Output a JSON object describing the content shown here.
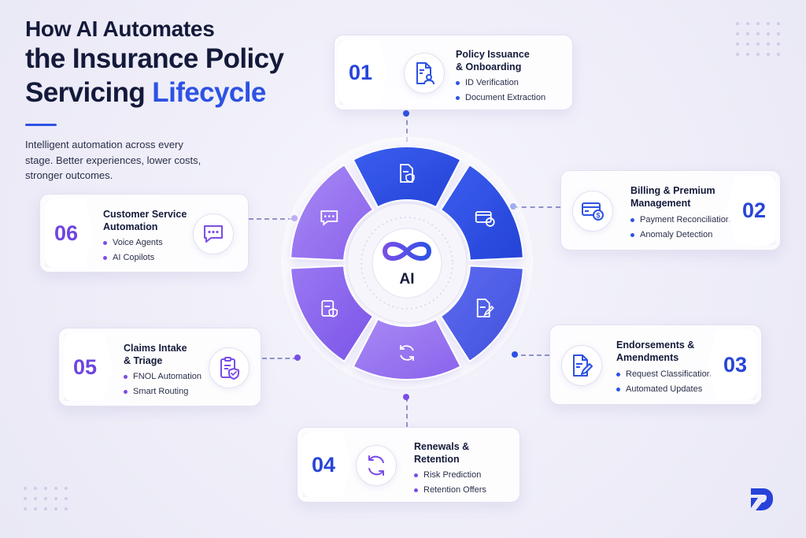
{
  "header": {
    "title_line1": "How AI Automates",
    "title_line2": "the Insurance Policy",
    "title_line3_plain": "Servicing",
    "title_line3_accent": "Lifecycle",
    "subtitle": "Intelligent automation across every stage. Better experiences, lower costs, stronger outcomes."
  },
  "hub": {
    "label": "AI",
    "icon": "infinity-icon"
  },
  "colors": {
    "blue": "#2d52e3",
    "purple": "#7a4ee6",
    "navy": "#141a3a"
  },
  "stages": [
    {
      "number": "01",
      "title": [
        "Policy Issuance",
        "& Onboarding"
      ],
      "icon": "policy-document-user-icon",
      "bullets": [
        "ID Verification",
        "Document Extraction"
      ]
    },
    {
      "number": "02",
      "title": [
        "Billing & Premium",
        "Management"
      ],
      "icon": "credit-card-dollar-icon",
      "bullets": [
        "Payment Reconciliation",
        "Anomaly Detection"
      ]
    },
    {
      "number": "03",
      "title": [
        "Endorsements &",
        "Amendments"
      ],
      "icon": "document-edit-icon",
      "bullets": [
        "Request Classification",
        "Automated Updates"
      ]
    },
    {
      "number": "04",
      "title": [
        "Renewals &",
        "Retention"
      ],
      "icon": "refresh-cycle-icon",
      "bullets": [
        "Risk Prediction",
        "Retention Offers"
      ]
    },
    {
      "number": "05",
      "title": [
        "Claims Intake",
        "& Triage"
      ],
      "icon": "clipboard-shield-icon",
      "bullets": [
        "FNOL Automation",
        "Smart Routing"
      ]
    },
    {
      "number": "06",
      "title": [
        "Customer Service",
        "Automation"
      ],
      "icon": "chat-bubble-icon",
      "bullets": [
        "Voice Agents",
        "AI Copilots"
      ]
    }
  ],
  "brand": {
    "icon": "brand-logo-icon"
  }
}
